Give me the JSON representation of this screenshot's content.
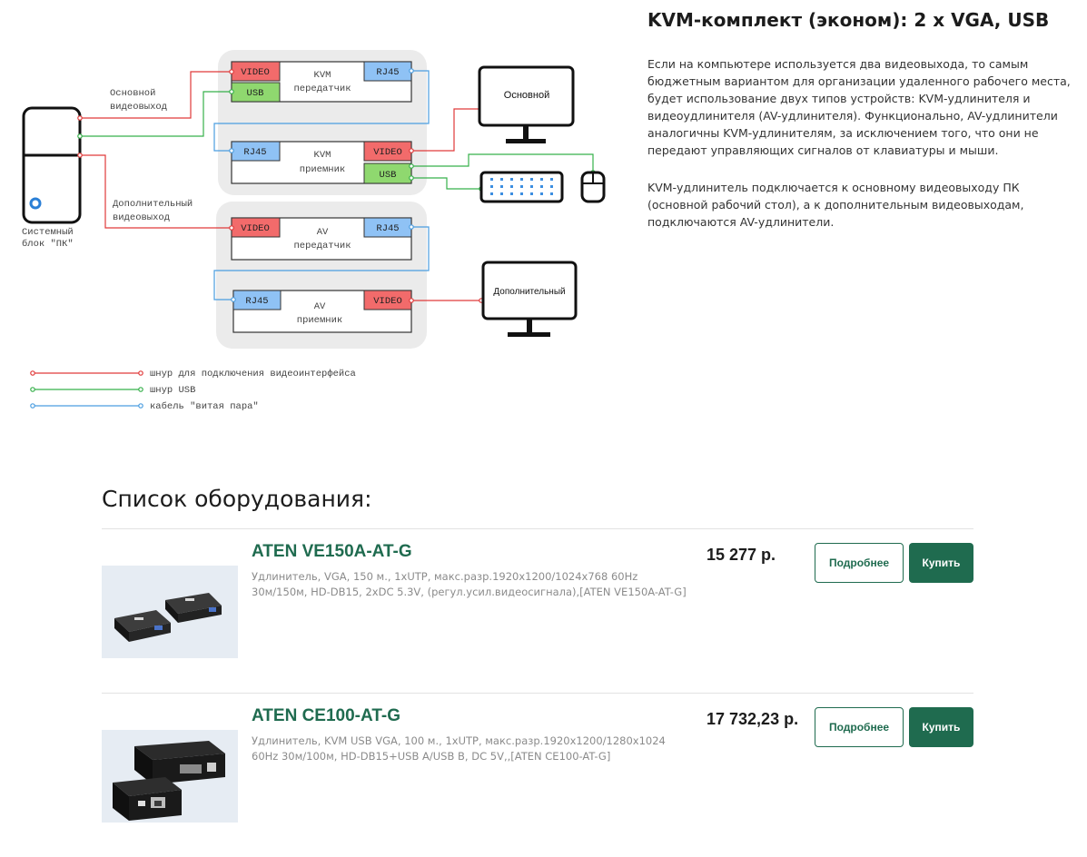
{
  "diagram": {
    "pc_label_line1": "Системный",
    "pc_label_line2": "блок \"ПК\"",
    "main_out_line1": "Основной",
    "main_out_line2": "видеовыход",
    "extra_out_line1": "Дополнительный",
    "extra_out_line2": "видеовыход",
    "kvm_tx_line1": "KVM",
    "kvm_tx_line2": "передатчик",
    "kvm_rx_line1": "KVM",
    "kvm_rx_line2": "приемник",
    "av_tx_line1": "AV",
    "av_tx_line2": "передатчик",
    "av_rx_line1": "AV",
    "av_rx_line2": "приемник",
    "port_video": "VIDEO",
    "port_usb": "USB",
    "port_rj45": "RJ45",
    "monitor_main": "Основной",
    "monitor_extra": "Дополнительный",
    "legend": [
      {
        "label": "шнур для подключения видеоинтерфейса",
        "color": "#e03a3a"
      },
      {
        "label": "шнур USB",
        "color": "#36b04a"
      },
      {
        "label": "кабель \"витая пара\"",
        "color": "#4a9de0"
      }
    ]
  },
  "header": {
    "title": "KVM-комплект (эконом): 2 x VGA, USB",
    "paragraph1": "Если на компьютере используется два видеовыхода, то самым бюджетным вариантом для организации удаленного рабочего места, будет использование двух типов устройств: KVM-удлинителя и видеоудлинителя (AV-удлинителя). Функционально, AV-удлинители аналогичны KVM-удлинителям, за исключением того, что они не передают управляющих сигналов от клавиатуры и мыши.",
    "paragraph2": "KVM-удлинитель подключается к основному видеовыходу ПК (основной рабочий стол), а к дополнительным видеовыходам, подключаются AV-удлинители."
  },
  "equipment": {
    "title": "Список оборудования:",
    "products": [
      {
        "name": "ATEN VE150A-AT-G",
        "description": "Удлинитель, VGA, 150 м., 1xUTP, макс.разр.1920x1200/1024x768 60Hz 30м/150м, HD-DB15, 2xDC 5.3V, (регул.усил.видеосигнала),[ATEN VE150A-AT-G]",
        "price": "15 277 р.",
        "more_label": "Подробнее",
        "buy_label": "Купить"
      },
      {
        "name": "ATEN CE100-AT-G",
        "description": "Удлинитель, KVM USB VGA, 100 м., 1xUTP, макс.разр.1920x1200/1280x1024 60Hz 30м/100м, HD-DB15+USB A/USB B, DC 5V,,[ATEN CE100-AT-G]",
        "price": "17 732,23 р.",
        "more_label": "Подробнее",
        "buy_label": "Купить"
      }
    ]
  },
  "colors": {
    "accent": "#1f6b4f",
    "video_port": "#f26b6b",
    "usb_port": "#8fd86f",
    "rj45_port": "#8fc2f5"
  }
}
